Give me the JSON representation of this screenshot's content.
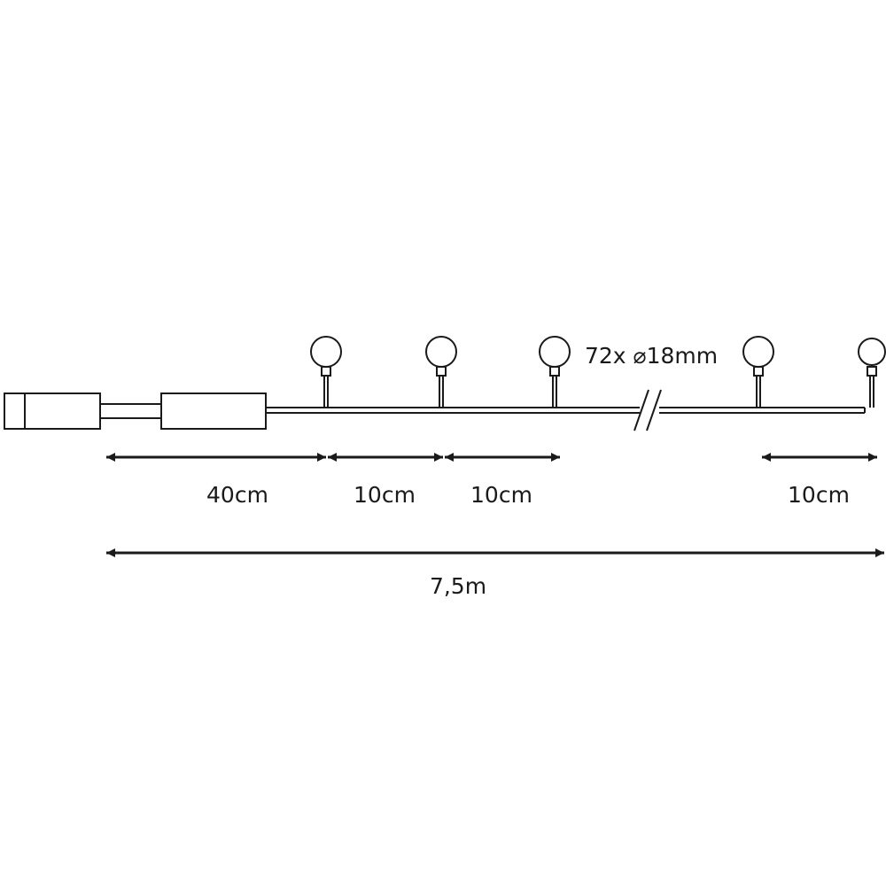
{
  "diagram": {
    "bulb_spec": "72x ⌀18mm",
    "dimensions": {
      "lead": "40cm",
      "spacing_1": "10cm",
      "spacing_2": "10cm",
      "spacing_end": "10cm",
      "total": "7,5m"
    },
    "colors": {
      "line": "#1a1a1a",
      "background": "#ffffff"
    }
  }
}
